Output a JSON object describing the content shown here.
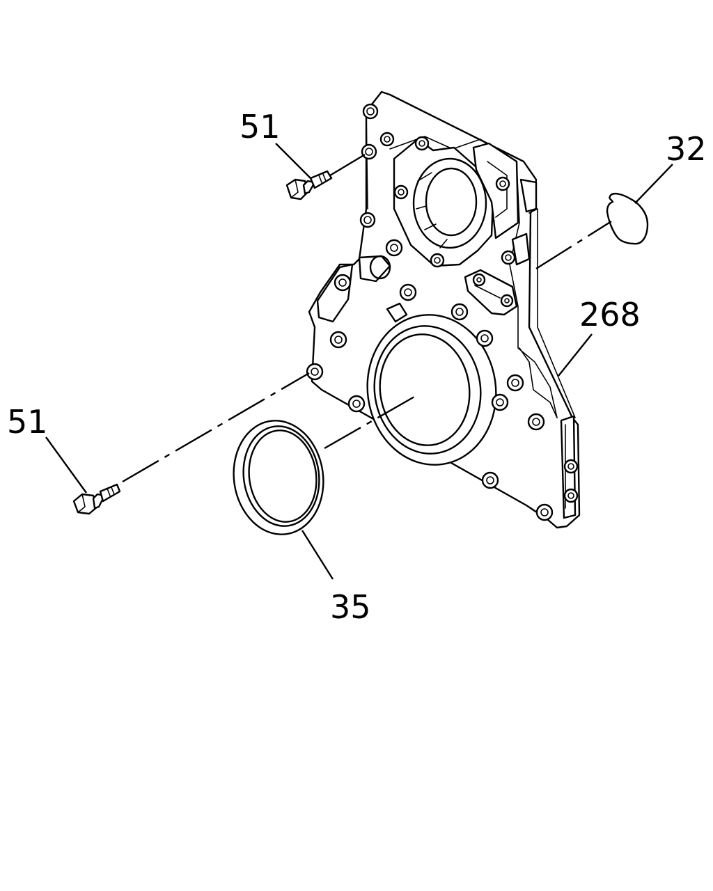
{
  "callouts": {
    "bolt_upper": "51",
    "o_ring": "32",
    "cover": "268",
    "bolt_lower": "51",
    "oil_seal": "35"
  }
}
